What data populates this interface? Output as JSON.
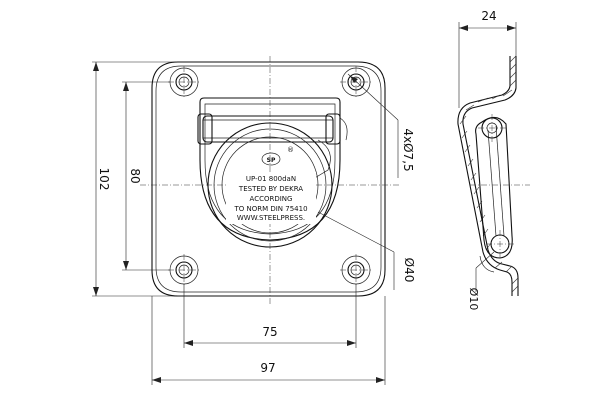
{
  "dimensions": {
    "overall_height": "102",
    "hole_pitch_vertical": "80",
    "hole_pitch_horizontal": "75",
    "overall_width": "97",
    "profile_depth": "24",
    "holes": "4xØ7,5",
    "ring_diameter": "Ø40",
    "bar_diameter": "Ø10"
  },
  "stamp": {
    "line1": "UP-01 800daN",
    "line2": "TESTED BY DEKRA",
    "line3": "ACCORDING",
    "line4": "TO NORM DIN 75410",
    "line5": "WWW.STEELPRESS."
  },
  "logo": {
    "text": "SP",
    "mark": "®"
  }
}
